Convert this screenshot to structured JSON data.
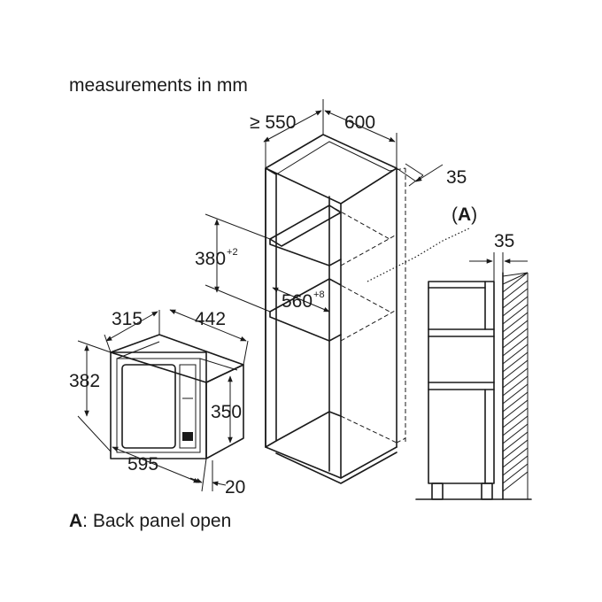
{
  "header": {
    "title": "measurements in mm"
  },
  "dimensions": {
    "cabinet_depth": "≥ 550",
    "cabinet_width": "600",
    "back_gap": "35",
    "niche_height": "380",
    "niche_height_tol": "+2",
    "niche_width": "560",
    "niche_width_tol": "+8",
    "appliance_depth": "315",
    "appliance_inner_depth": "442",
    "appliance_height": "382",
    "appliance_body_height": "350",
    "appliance_width": "595",
    "front_overhang": "20",
    "wall_gap": "35"
  },
  "callout": {
    "marker": "(A)"
  },
  "legend": {
    "key": "A",
    "text": ": Back panel open"
  }
}
